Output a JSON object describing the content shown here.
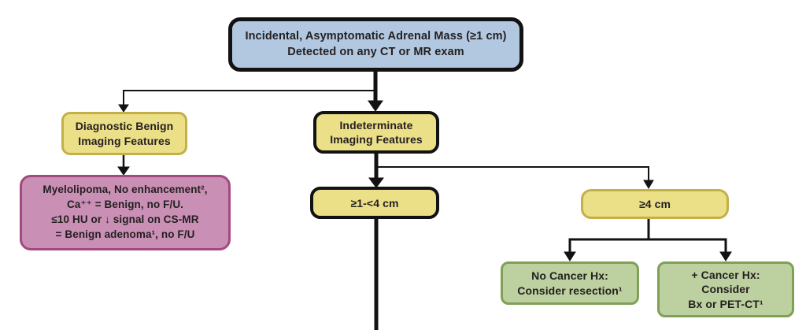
{
  "diagram": {
    "type": "flowchart",
    "subject": "Incidental adrenal mass imaging workup",
    "boxes": {
      "root": {
        "lines": [
          "Incidental, Asymptomatic Adrenal Mass (≥1 cm)",
          "Detected on any CT or MR exam"
        ]
      },
      "benign": {
        "lines": [
          "Diagnostic Benign",
          "Imaging Features"
        ]
      },
      "benign_detail": {
        "lines": [
          "Myelolipoma, No enhancement²,",
          "Ca⁺⁺ = Benign, no F/U.",
          "≤10 HU or ↓ signal on CS-MR",
          "= Benign adenoma¹, no F/U"
        ]
      },
      "indeterminate": {
        "lines": [
          "Indeterminate",
          "Imaging Features"
        ]
      },
      "small_mass": {
        "lines": [
          "≥1-<4 cm"
        ]
      },
      "large_mass": {
        "lines": [
          "≥4 cm"
        ]
      },
      "no_cancer": {
        "lines": [
          "No Cancer Hx:",
          "Consider resection¹"
        ]
      },
      "cancer": {
        "lines": [
          "+ Cancer Hx:",
          "Consider",
          "Bx or PET-CT¹"
        ]
      }
    },
    "colors": {
      "blue_fill": "#b2c8e0",
      "yellow_fill": "#ebdf88",
      "yellow_border": "#c4af49",
      "black_border": "#121212",
      "pink_fill": "#c98fb4",
      "pink_border": "#a4497f",
      "green_fill": "#bdd0a0",
      "green_border": "#7fa055",
      "connector": "#121212",
      "text": "#231f20"
    }
  }
}
